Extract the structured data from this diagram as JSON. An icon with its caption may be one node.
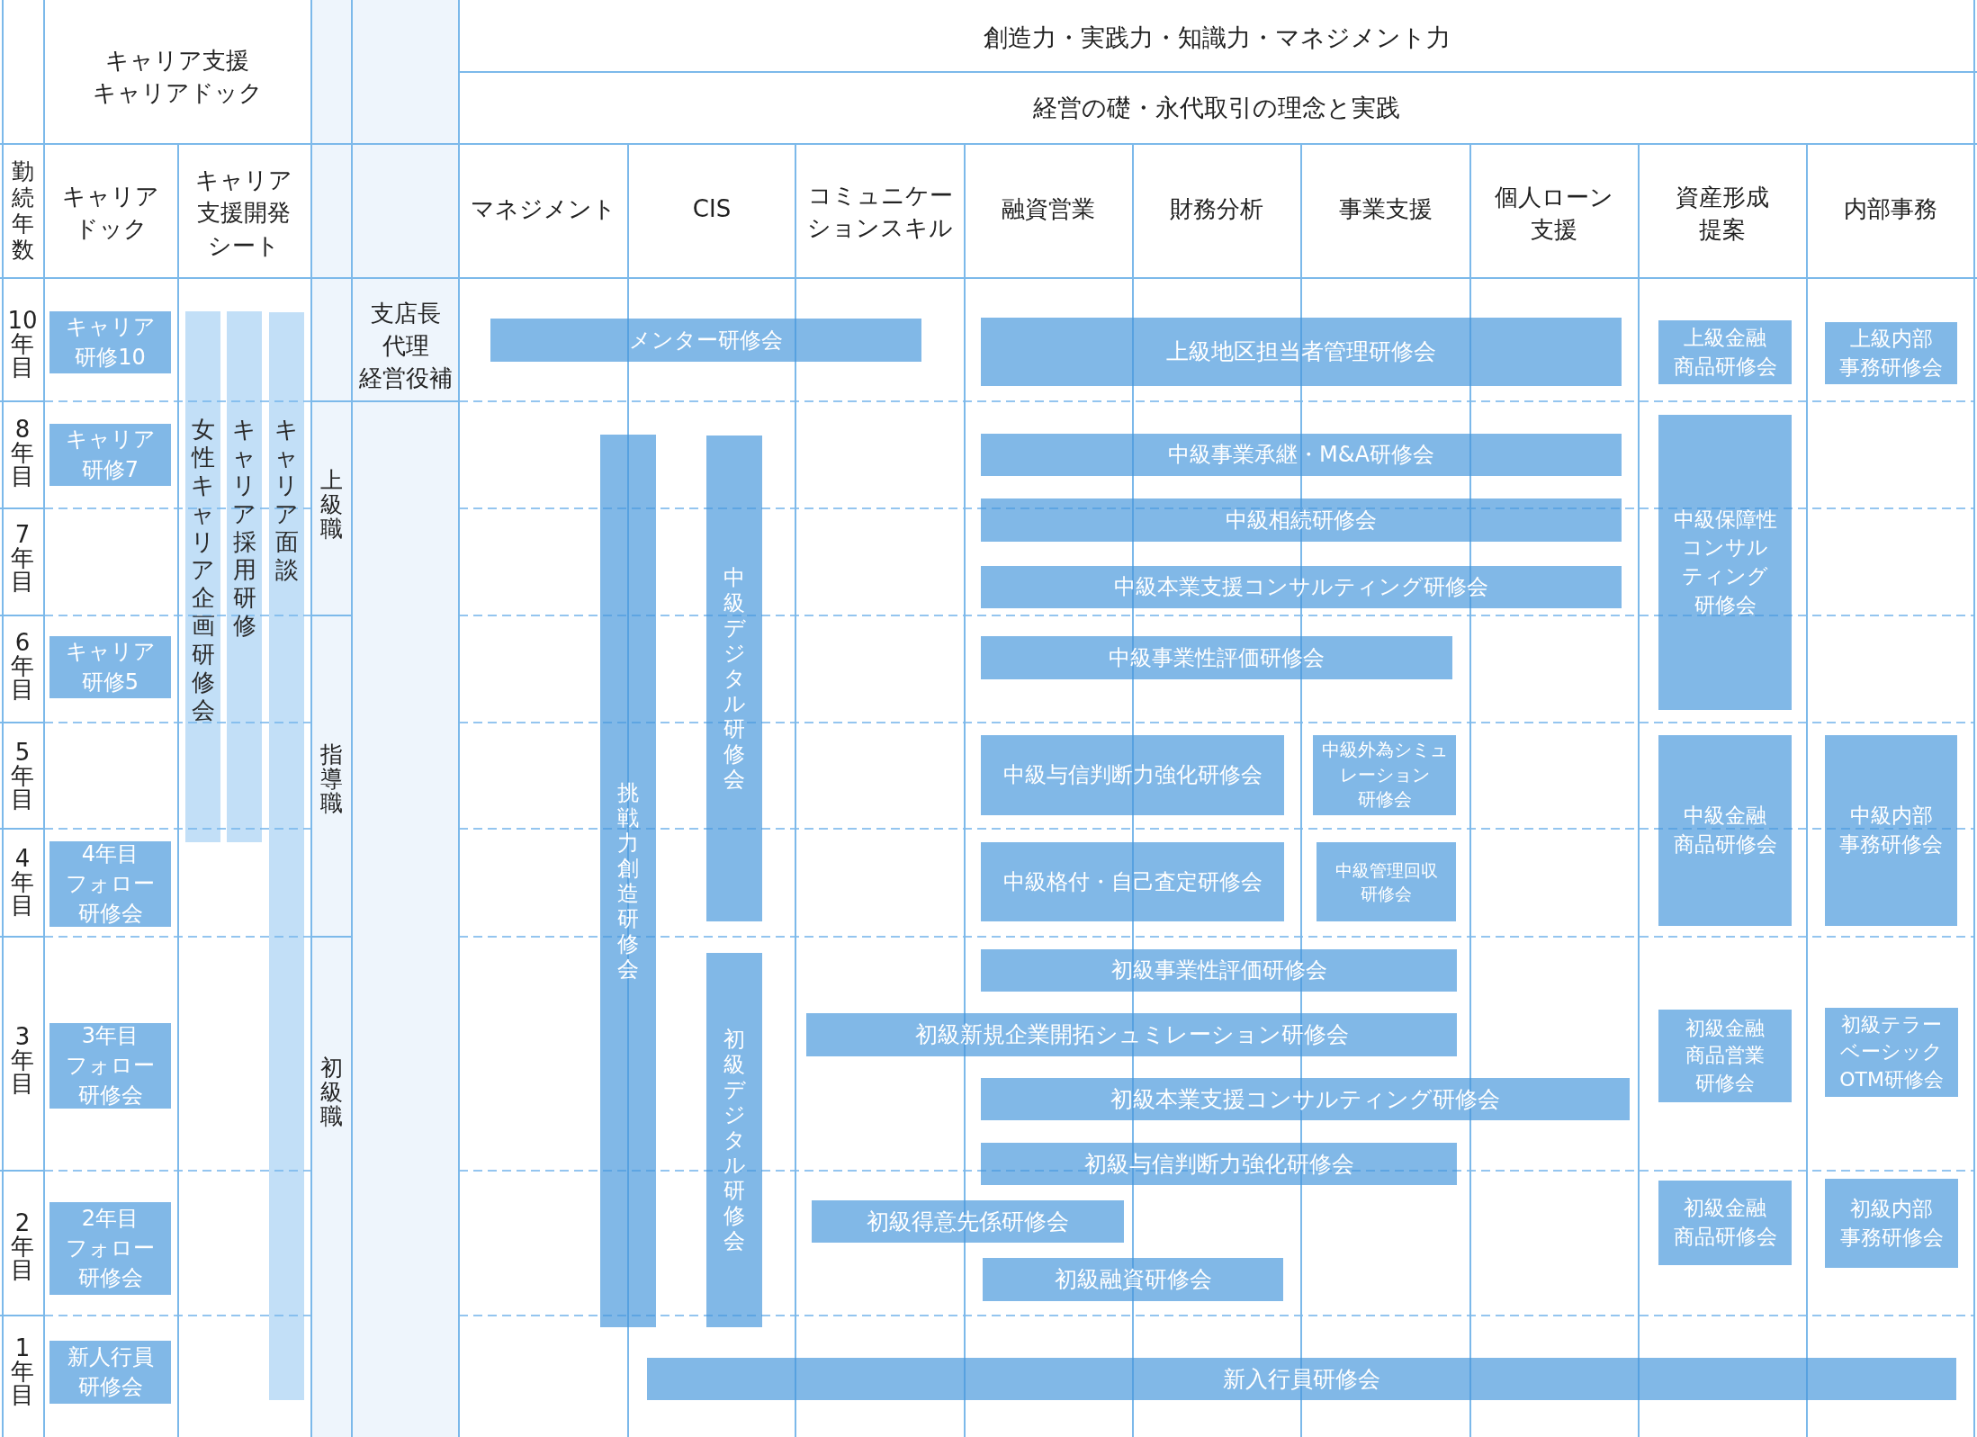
{
  "diagram": {
    "nodes": [
      {
        "text": [
          "キャリア研修10"
        ]
      },
      {
        "text": [
          "女性キャリア企画研修会"
        ]
      },
      {
        "text": [
          "キャリア採用研修"
        ]
      },
      {
        "text": [
          "キャリア面談"
        ]
      },
      {
        "text": [
          "メンター研修会"
        ]
      },
      {
        "text": [
          "上級地区担当者管理研修会"
        ]
      },
      {
        "text": [
          "上級金融商品研修会"
        ]
      },
      {
        "text": [
          "上級内部事務研修会"
        ]
      },
      {
        "text": [
          "キャリア研修7"
        ]
      },
      {
        "text": [
          "挑戦力創造研修会"
        ]
      },
      {
        "text": [
          "中級デジタル研修会"
        ]
      },
      {
        "text": [
          "中級事業承継・M&A研修会"
        ]
      },
      {
        "text": [
          "中級保障性コンサルティング研修会"
        ]
      },
      {
        "text": [
          "中級相続研修会"
        ]
      },
      {
        "text": [
          "中級本業支援コンサルティング研修会"
        ]
      },
      {
        "text": [
          "キャリア研修5"
        ]
      },
      {
        "text": [
          "中級事業性評価研修会"
        ]
      },
      {
        "text": [
          "中級与信判断力強化研修会"
        ]
      },
      {
        "text": [
          "中級外為シミュレーション研修会"
        ]
      },
      {
        "text": [
          "中級金融商品研修会"
        ]
      },
      {
        "text": [
          "中級内部事務研修会"
        ]
      },
      {
        "text": [
          "4年目フォロー研修会"
        ]
      },
      {
        "text": [
          "中級格付・自己査定研修会"
        ]
      },
      {
        "text": [
          "中級管理回収研修会"
        ]
      },
      {
        "text": [
          "初級事業性評価研修会"
        ]
      },
      {
        "text": [
          "初級デジタル研修会"
        ]
      },
      {
        "text": [
          "3年目フォロー研修会"
        ]
      },
      {
        "text": [
          "初級新規企業開拓シュミレーション研修会"
        ]
      },
      {
        "text": [
          "初級金融商品営業研修会"
        ]
      },
      {
        "text": [
          "初級テラーベーシックOTM研修会"
        ]
      },
      {
        "text": [
          "初級本業支援コンサルティング研修会"
        ]
      },
      {
        "text": [
          "初級与信判断力強化研修会"
        ]
      },
      {
        "text": [
          "2年目フォロー研修会"
        ]
      },
      {
        "text": [
          "初級得意先係研修会"
        ]
      },
      {
        "text": [
          "初級金融商品研修会"
        ]
      },
      {
        "text": [
          "初級内部事務研修会"
        ]
      },
      {
        "text": [
          "初級融資研修会"
        ]
      },
      {
        "text": [
          "新人行員研修会"
        ]
      },
      {
        "text": [
          "新入行員研修会"
        ]
      }
    ],
    "labels": [
      "キャリア支援キャリアドック",
      "創造力・実践力・知識力・マネジメント力",
      "経営の礎・永代取引の理念と実践",
      "勤続年数",
      "キャリアドック",
      "キャリア支援開発シート",
      "マネジメント",
      "CIS",
      "コミュニケーションスキル",
      "融資営業",
      "財務分析",
      "事業支援",
      "個人ローン支援",
      "資産形成提案",
      "内部事務",
      "10年目",
      "支店長代理経営役補",
      "8年目",
      "上級職",
      "7年目",
      "6年目",
      "5年目",
      "指導職",
      "4年目",
      "3年目",
      "初級職",
      "2年目",
      "1年目"
    ]
  }
}
